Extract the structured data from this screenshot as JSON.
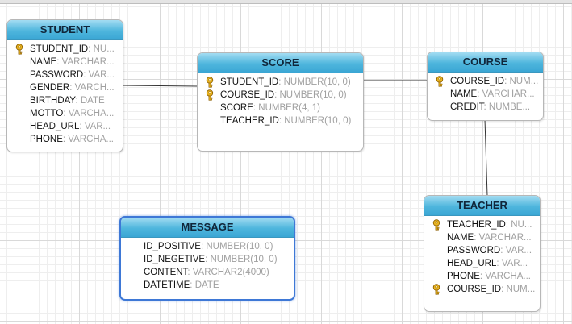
{
  "diagram": {
    "type_separator": ": ",
    "link_color": "#333333",
    "header_color": "#4fb6dd",
    "selected_border_color": "#3e78d6",
    "entities": [
      {
        "name": "STUDENT",
        "columns": [
          {
            "name": "STUDENT_ID",
            "type": "NU...",
            "key": true
          },
          {
            "name": "NAME",
            "type": "VARCHAR...",
            "key": false
          },
          {
            "name": "PASSWORD",
            "type": "VAR...",
            "key": false
          },
          {
            "name": "GENDER",
            "type": "VARCH...",
            "key": false
          },
          {
            "name": "BIRTHDAY",
            "type": "DATE",
            "key": false
          },
          {
            "name": "MOTTO",
            "type": "VARCHA...",
            "key": false
          },
          {
            "name": "HEAD_URL",
            "type": "VAR...",
            "key": false
          },
          {
            "name": "PHONE",
            "type": "VARCHA...",
            "key": false
          }
        ]
      },
      {
        "name": "SCORE",
        "columns": [
          {
            "name": "STUDENT_ID",
            "type": "NUMBER(10, 0)",
            "key": true
          },
          {
            "name": "COURSE_ID",
            "type": "NUMBER(10, 0)",
            "key": true
          },
          {
            "name": "SCORE",
            "type": "NUMBER(4, 1)",
            "key": false
          },
          {
            "name": "TEACHER_ID",
            "type": "NUMBER(10, 0)",
            "key": false
          }
        ]
      },
      {
        "name": "COURSE",
        "columns": [
          {
            "name": "COURSE_ID",
            "type": "NUM...",
            "key": true
          },
          {
            "name": "NAME",
            "type": "VARCHAR...",
            "key": false
          },
          {
            "name": "CREDIT",
            "type": "NUMBE...",
            "key": false
          }
        ]
      },
      {
        "name": "TEACHER",
        "columns": [
          {
            "name": "TEACHER_ID",
            "type": "NU...",
            "key": true
          },
          {
            "name": "NAME",
            "type": "VARCHAR...",
            "key": false
          },
          {
            "name": "PASSWORD",
            "type": "VAR...",
            "key": false
          },
          {
            "name": "HEAD_URL",
            "type": "VAR...",
            "key": false
          },
          {
            "name": "PHONE",
            "type": "VARCHA...",
            "key": false
          },
          {
            "name": "COURSE_ID",
            "type": "NUM...",
            "key": true
          }
        ]
      },
      {
        "name": "MESSAGE",
        "selected": true,
        "columns": [
          {
            "name": "ID_POSITIVE",
            "type": "NUMBER(10, 0)",
            "key": false
          },
          {
            "name": "ID_NEGETIVE",
            "type": "NUMBER(10, 0)",
            "key": false
          },
          {
            "name": "CONTENT",
            "type": "VARCHAR2(4000)",
            "key": false
          },
          {
            "name": "DATETIME",
            "type": "DATE",
            "key": false
          }
        ]
      }
    ],
    "relationships": [
      {
        "from": "STUDENT",
        "to": "SCORE"
      },
      {
        "from": "SCORE",
        "to": "COURSE"
      },
      {
        "from": "COURSE",
        "to": "TEACHER"
      }
    ]
  }
}
